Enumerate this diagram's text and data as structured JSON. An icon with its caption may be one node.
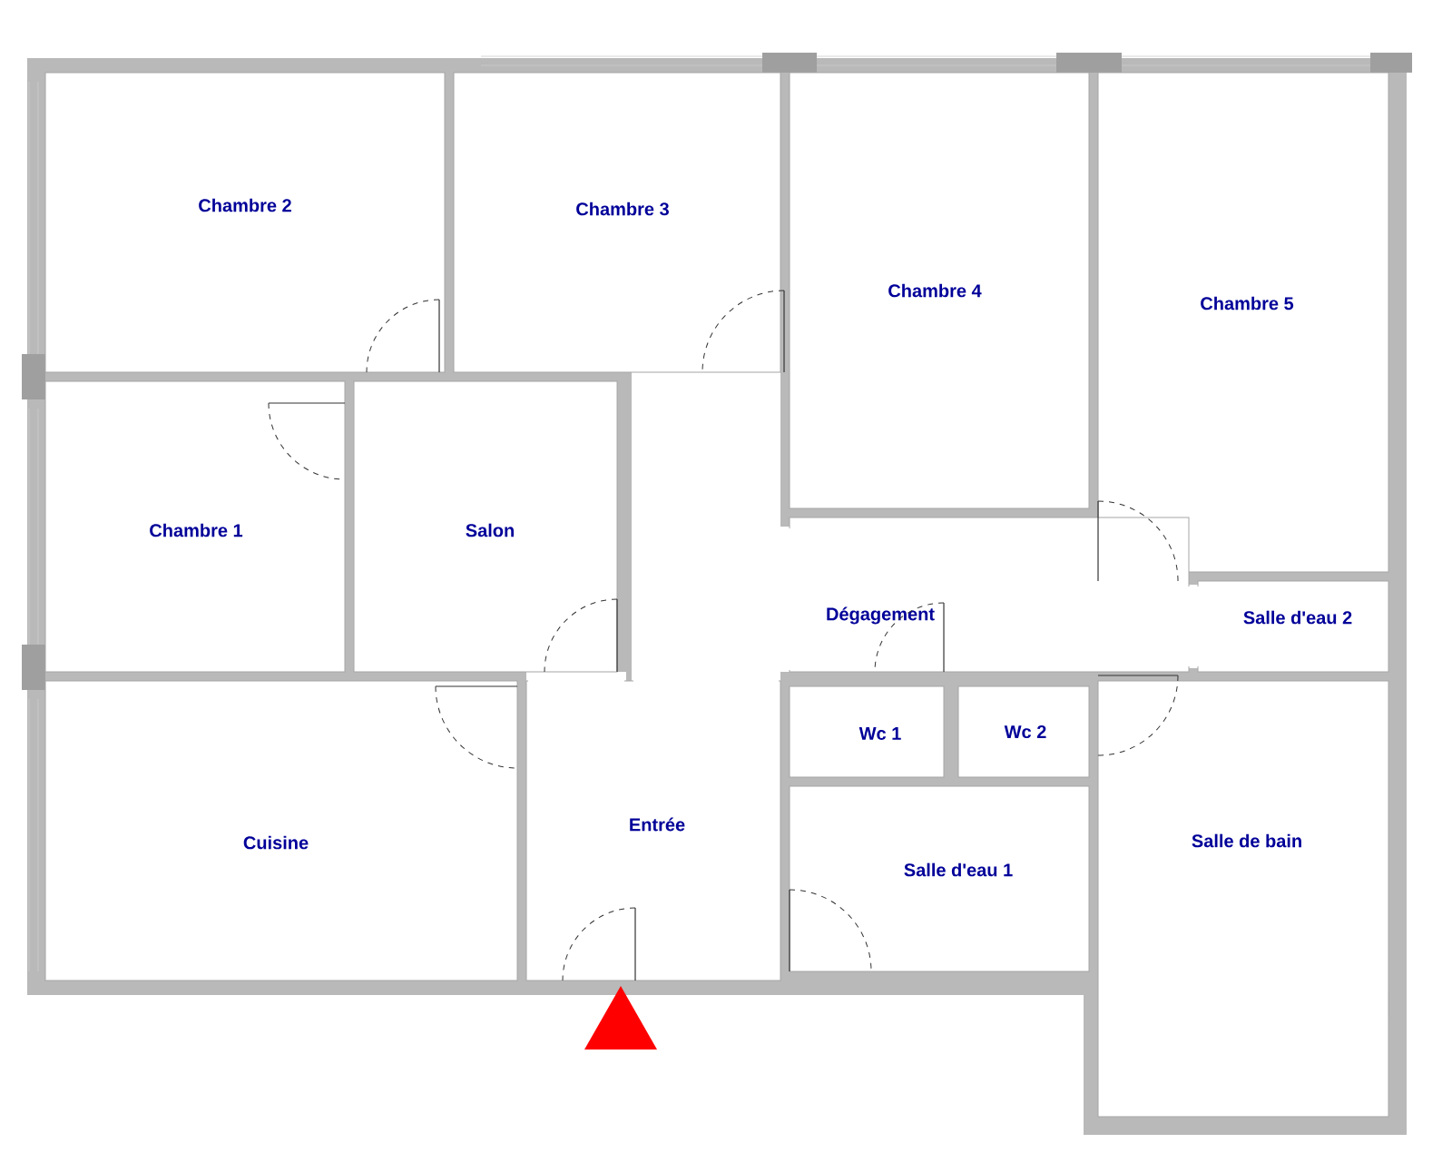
{
  "diagram": {
    "nodes": [
      {
        "text": [
          "Chambre 2"
        ]
      },
      {
        "text": [
          "Chambre 3"
        ]
      },
      {
        "text": [
          "Chambre 4"
        ]
      },
      {
        "text": [
          "Chambre 5"
        ]
      },
      {
        "text": [
          "Chambre 1"
        ]
      },
      {
        "text": [
          "Salon"
        ]
      },
      {
        "text": [
          "Dégagement"
        ]
      },
      {
        "text": [
          "Salle d'eau 2"
        ]
      },
      {
        "text": [
          "Wc 1"
        ]
      },
      {
        "text": [
          "Wc 2"
        ]
      },
      {
        "text": [
          "Cuisine"
        ]
      },
      {
        "text": [
          "Entrée"
        ]
      },
      {
        "text": [
          "Salle d'eau 1"
        ]
      },
      {
        "text": [
          "Salle de bain"
        ]
      }
    ],
    "edges": []
  }
}
